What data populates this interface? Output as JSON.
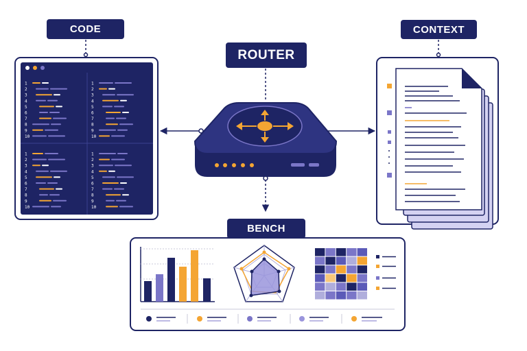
{
  "labels": {
    "code": "CODE",
    "router": "ROUTER",
    "context": "CONTEXT",
    "bench": "BENCH"
  },
  "code_panel": {
    "line_numbers": [
      "1",
      "2",
      "3",
      "4",
      "5",
      "6",
      "7",
      "8",
      "9",
      "10"
    ]
  },
  "colors": {
    "navy": "#1e2464",
    "accent_orange": "#f4a533",
    "accent_purple": "#7b76c8",
    "light_lavender": "#d4d2f2"
  },
  "icons": {
    "router": "router-device-icon",
    "document": "document-stack-icon",
    "bar_chart": "bar-chart-icon",
    "radar_chart": "radar-chart-icon",
    "heatmap": "heatmap-icon"
  }
}
